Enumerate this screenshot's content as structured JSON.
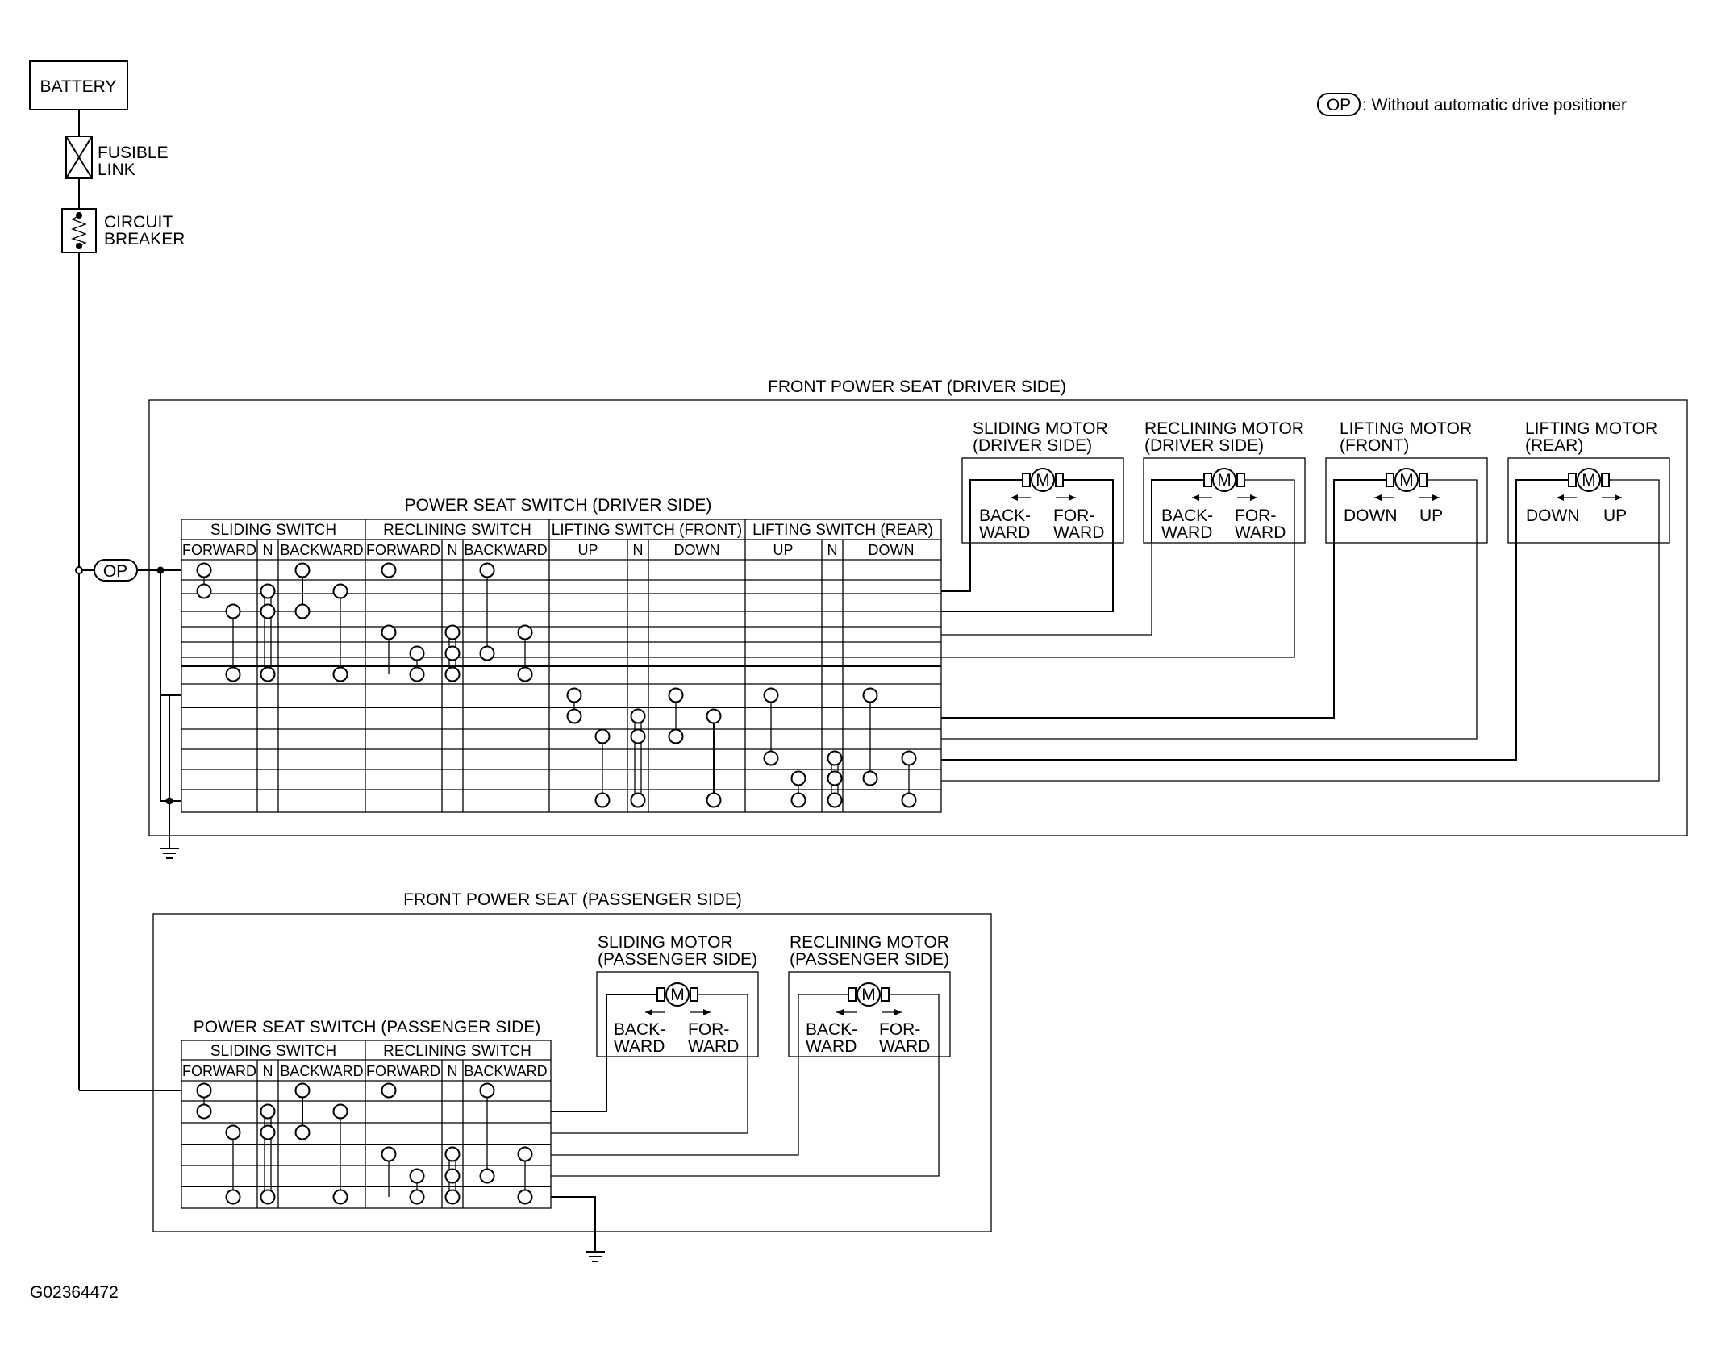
{
  "battery": {
    "label": "BATTERY"
  },
  "fusible_link": {
    "line1": "FUSIBLE",
    "line2": "LINK"
  },
  "circuit_breaker": {
    "line1": "CIRCUIT",
    "line2": "BREAKER"
  },
  "legend": {
    "code": "OP",
    "text": ": Without automatic drive positioner"
  },
  "op_tag": "OP",
  "figure_id": "G02364472",
  "driver": {
    "title": "FRONT POWER SEAT (DRIVER SIDE)",
    "switch_title": "POWER SEAT SWITCH (DRIVER SIDE)",
    "groups": [
      "SLIDING SWITCH",
      "RECLINING SWITCH",
      "LIFTING SWITCH (FRONT)",
      "LIFTING SWITCH (REAR)"
    ],
    "columns": [
      "FORWARD",
      "N",
      "BACKWARD",
      "FORWARD",
      "N",
      "BACKWARD",
      "UP",
      "N",
      "DOWN",
      "UP",
      "N",
      "DOWN"
    ],
    "motors": [
      {
        "line1": "SLIDING MOTOR",
        "line2": "(DRIVER SIDE)",
        "symbol": "M",
        "left1": "BACK-",
        "left2": "WARD",
        "right1": "FOR-",
        "right2": "WARD"
      },
      {
        "line1": "RECLINING MOTOR",
        "line2": "(DRIVER SIDE)",
        "symbol": "M",
        "left1": "BACK-",
        "left2": "WARD",
        "right1": "FOR-",
        "right2": "WARD"
      },
      {
        "line1": "LIFTING MOTOR",
        "line2": "(FRONT)",
        "symbol": "M",
        "left1": "DOWN",
        "left2": "",
        "right1": "UP",
        "right2": ""
      },
      {
        "line1": "LIFTING MOTOR",
        "line2": "(REAR)",
        "symbol": "M",
        "left1": "DOWN",
        "left2": "",
        "right1": "UP",
        "right2": ""
      }
    ]
  },
  "passenger": {
    "title": "FRONT POWER SEAT (PASSENGER SIDE)",
    "switch_title": "POWER SEAT SWITCH (PASSENGER SIDE)",
    "groups": [
      "SLIDING SWITCH",
      "RECLINING SWITCH"
    ],
    "columns": [
      "FORWARD",
      "N",
      "BACKWARD",
      "FORWARD",
      "N",
      "BACKWARD"
    ],
    "motors": [
      {
        "line1": "SLIDING MOTOR",
        "line2": "(PASSENGER SIDE)",
        "symbol": "M",
        "left1": "BACK-",
        "left2": "WARD",
        "right1": "FOR-",
        "right2": "WARD"
      },
      {
        "line1": "RECLINING MOTOR",
        "line2": "(PASSENGER SIDE)",
        "symbol": "M",
        "left1": "BACK-",
        "left2": "WARD",
        "right1": "FOR-",
        "right2": "WARD"
      }
    ]
  }
}
